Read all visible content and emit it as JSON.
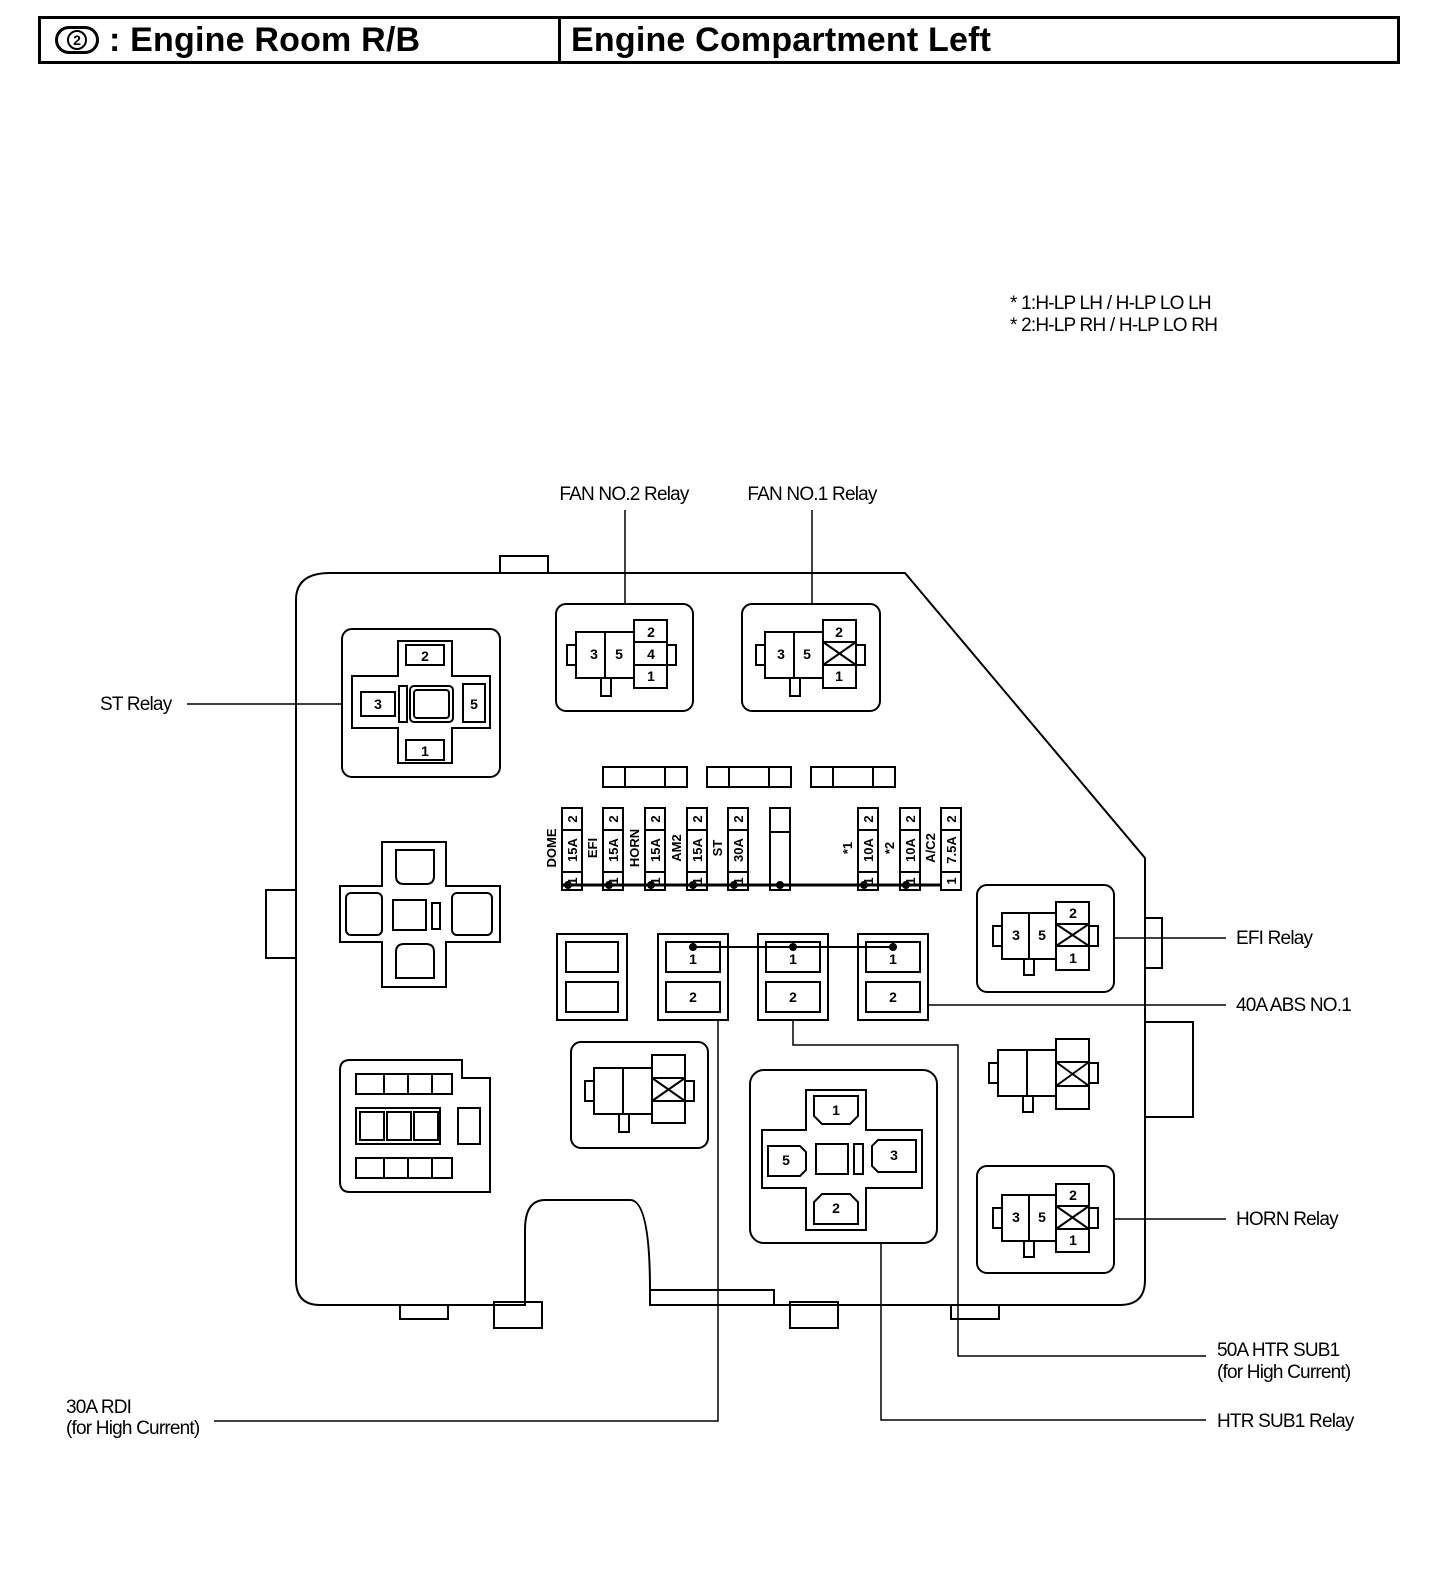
{
  "header": {
    "badge": "2",
    "title_left": ": Engine Room R/B",
    "title_right": "Engine Compartment Left"
  },
  "notes": {
    "note1": "* 1:H-LP LH / H-LP LO LH",
    "note2": "* 2:H-LP RH / H-LP LO RH"
  },
  "labels": {
    "fan2_relay": "FAN NO.2 Relay",
    "fan1_relay": "FAN NO.1 Relay",
    "st_relay": "ST Relay",
    "efi_relay": "EFI Relay",
    "abs": "40A ABS NO.1",
    "horn_relay": "HORN Relay",
    "htr_sub1_fuse_1": "50A HTR SUB1",
    "htr_sub1_fuse_2": "(for High Current)",
    "htr_sub1_relay": "HTR SUB1 Relay",
    "rdi_1": "30A RDI",
    "rdi_2": "(for High Current)"
  },
  "pins": {
    "one": "1",
    "two": "2",
    "three": "3",
    "four": "4",
    "five": "5"
  },
  "fuses": [
    {
      "name": "DOME",
      "rating": "15A"
    },
    {
      "name": "EFI",
      "rating": "15A"
    },
    {
      "name": "HORN",
      "rating": "15A"
    },
    {
      "name": "AM2",
      "rating": "15A"
    },
    {
      "name": "ST",
      "rating": "30A"
    },
    {
      "name": "",
      "rating": ""
    },
    {
      "name": "*1",
      "rating": "10A"
    },
    {
      "name": "*2",
      "rating": "10A"
    },
    {
      "name": "A/C2",
      "rating": "7.5A"
    }
  ]
}
